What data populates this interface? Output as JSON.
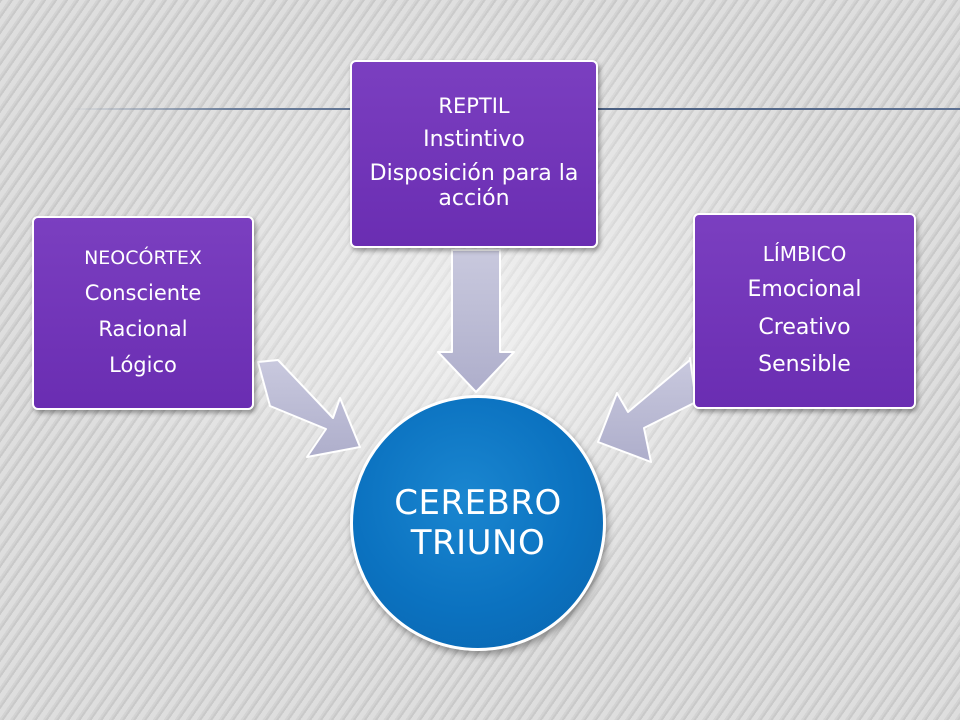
{
  "diagram": {
    "center": {
      "lines": [
        "CEREBRO",
        "TRIUNO"
      ]
    },
    "nodes": {
      "neocortex": {
        "lines": [
          "NEOCÓRTEX",
          "Consciente",
          "Racional",
          "Lógico"
        ]
      },
      "reptil": {
        "lines": [
          "REPTIL",
          "Instintivo",
          "Disposición para la acción"
        ]
      },
      "limbico": {
        "lines": [
          "LÍMBICO",
          "Emocional",
          "Creativo",
          "Sensible"
        ]
      }
    }
  },
  "colors": {
    "node_fill": "#6a2db2",
    "center_fill": "#0b72c0",
    "arrow_fill": "#bcbcd6",
    "background": "#d6d6d6"
  }
}
